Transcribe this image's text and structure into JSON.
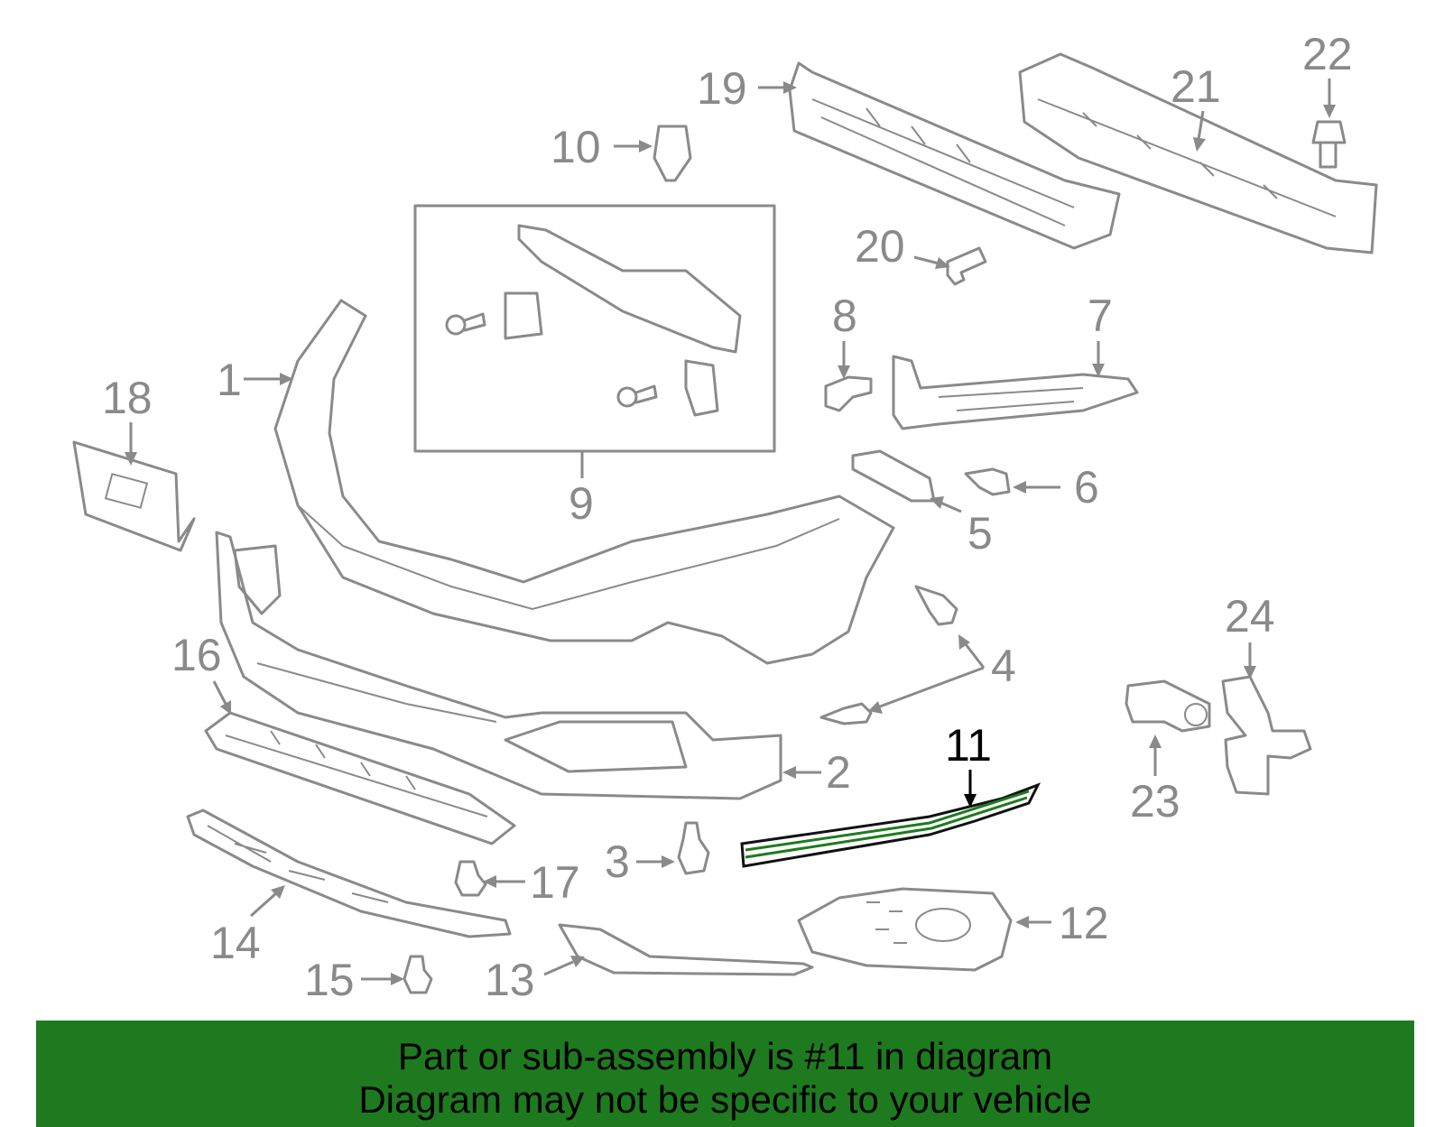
{
  "callouts": {
    "c1": "1",
    "c2": "2",
    "c3": "3",
    "c4": "4",
    "c5": "5",
    "c6": "6",
    "c7": "7",
    "c8": "8",
    "c9": "9",
    "c10": "10",
    "c11": "11",
    "c12": "12",
    "c13": "13",
    "c14": "14",
    "c15": "15",
    "c16": "16",
    "c17": "17",
    "c18": "18",
    "c19": "19",
    "c20": "20",
    "c21": "21",
    "c22": "22",
    "c23": "23",
    "c24": "24"
  },
  "highlight": {
    "part_number": "11",
    "color": "#1e7a1e"
  },
  "banner": {
    "line1": "Part or sub-assembly is #11 in diagram",
    "line2": "Diagram may not be specific to your vehicle",
    "background": "#1e7a1e"
  },
  "colors": {
    "line": "#8a8a8a",
    "highlight_text": "#000000"
  }
}
